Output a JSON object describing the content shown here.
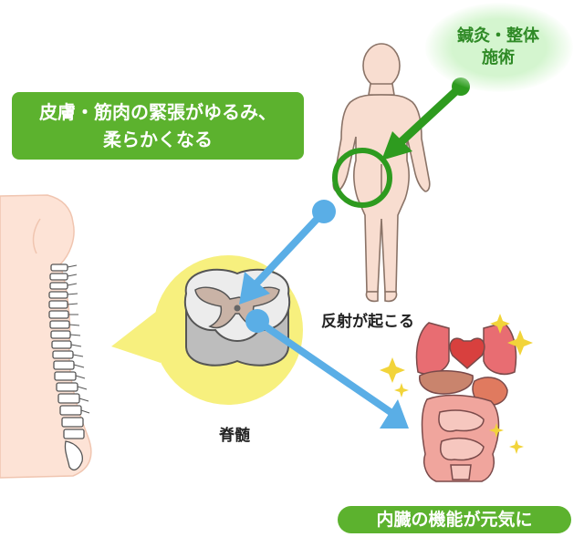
{
  "treatment": {
    "line1": "鍼灸・整体",
    "line2": "施術"
  },
  "relax_message": {
    "line1": "皮膚・筋肉の緊張がゆるみ、",
    "line2": "柔らかくなる"
  },
  "reflex_label": "反射が起こる",
  "spinal_cord_label": "脊髄",
  "organ_message": "内臓の機能が元気に",
  "colors": {
    "green_pill": "#5cb22e",
    "green_arrow": "#2e9b1f",
    "blue_arrow": "#5aaee6",
    "yellow_bubble": "#f7f07e",
    "body_skin": "#f8ddd0",
    "spine_skin": "#fde3d6"
  },
  "icons": [
    "needle-arrow-icon",
    "sparkle-icon"
  ]
}
